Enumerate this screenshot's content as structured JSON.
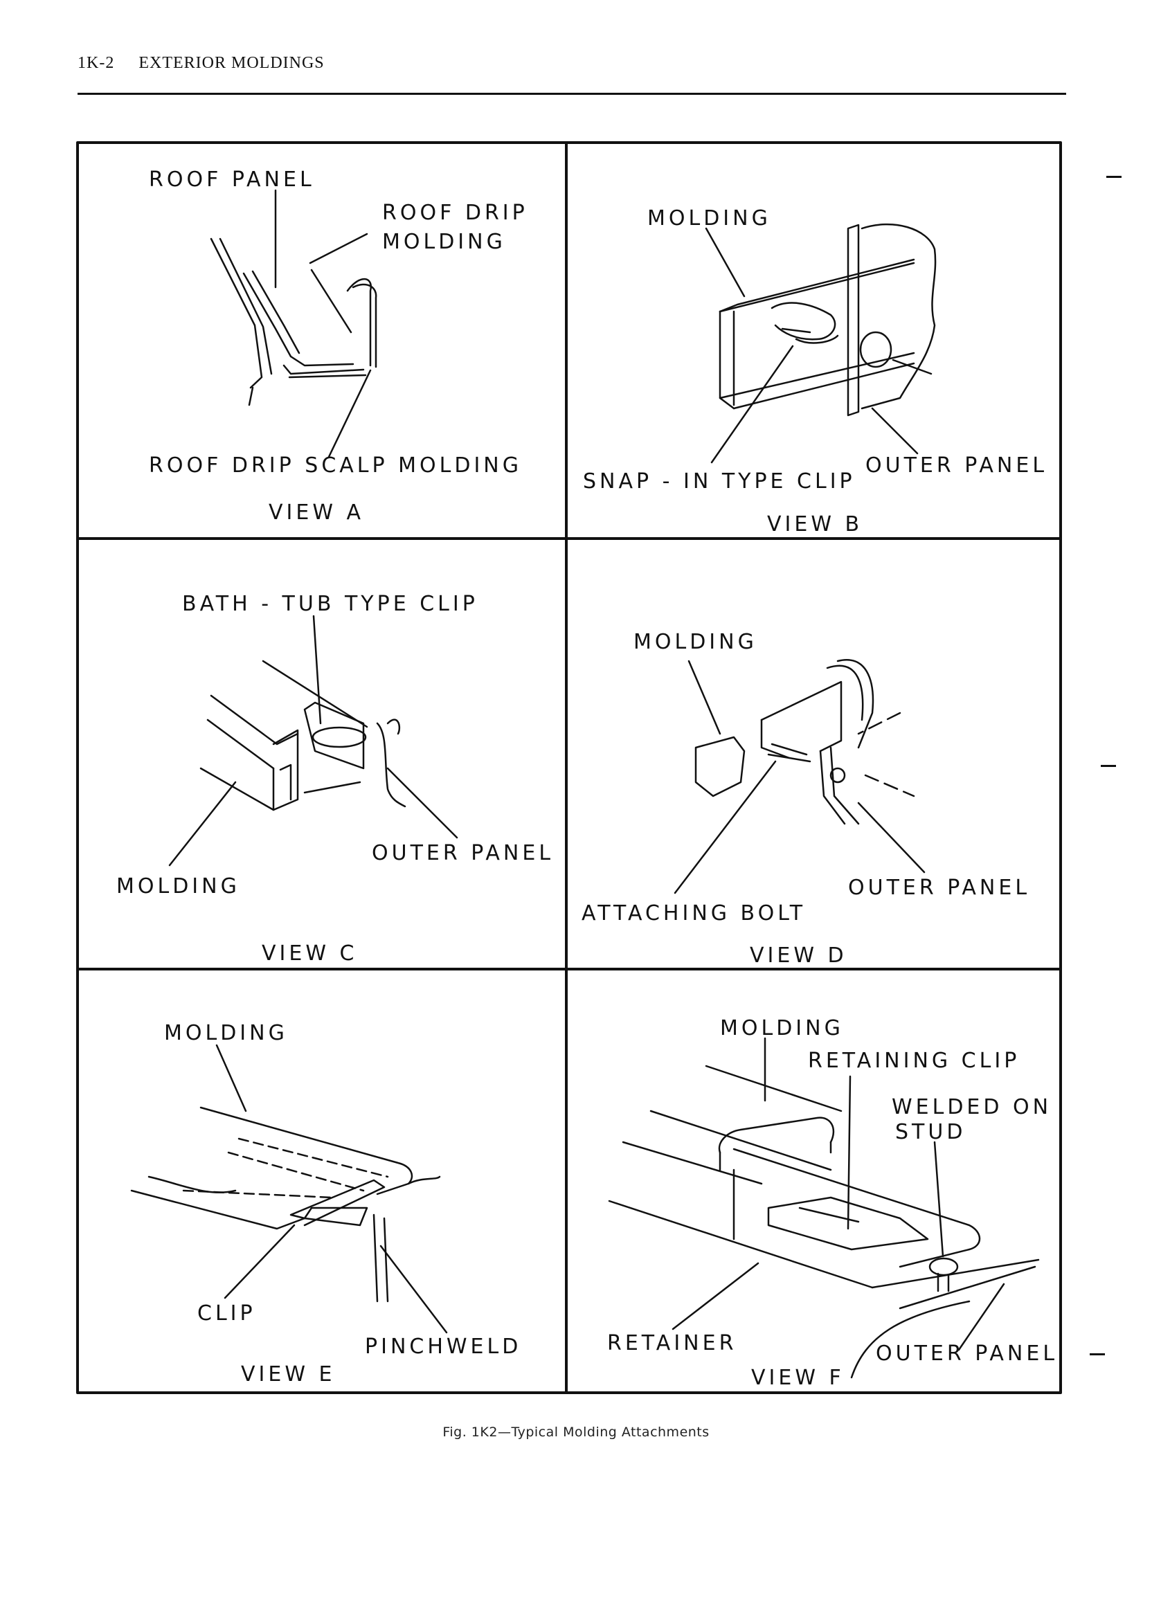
{
  "header": {
    "page_number": "1K-2",
    "section_title": "EXTERIOR MOLDINGS"
  },
  "views": {
    "a": {
      "title": "VIEW A",
      "labels": {
        "roof_panel": "ROOF PANEL",
        "roof_drip_1": "ROOF DRIP",
        "roof_drip_2": "MOLDING",
        "scalp_molding": "ROOF DRIP SCALP MOLDING"
      }
    },
    "b": {
      "title": "VIEW B",
      "labels": {
        "molding": "MOLDING",
        "snap_in_clip": "SNAP - IN TYPE CLIP",
        "outer_panel": "OUTER PANEL"
      }
    },
    "c": {
      "title": "VIEW C",
      "labels": {
        "bath_tub_clip": "BATH - TUB TYPE CLIP",
        "outer_panel": "OUTER PANEL",
        "molding": "MOLDING"
      }
    },
    "d": {
      "title": "VIEW D",
      "labels": {
        "molding": "MOLDING",
        "outer_panel": "OUTER PANEL",
        "attaching_bolt": "ATTACHING BOLT"
      }
    },
    "e": {
      "title": "VIEW E",
      "labels": {
        "molding": "MOLDING",
        "clip": "CLIP",
        "pinchweld": "PINCHWELD"
      }
    },
    "f": {
      "title": "VIEW F",
      "labels": {
        "molding": "MOLDING",
        "retaining_clip": "RETAINING CLIP",
        "welded_on_1": "WELDED ON",
        "welded_on_2": "STUD",
        "retainer": "RETAINER",
        "outer_panel": "OUTER PANEL"
      }
    }
  },
  "caption": "Fig. 1K2—Typical Molding Attachments"
}
